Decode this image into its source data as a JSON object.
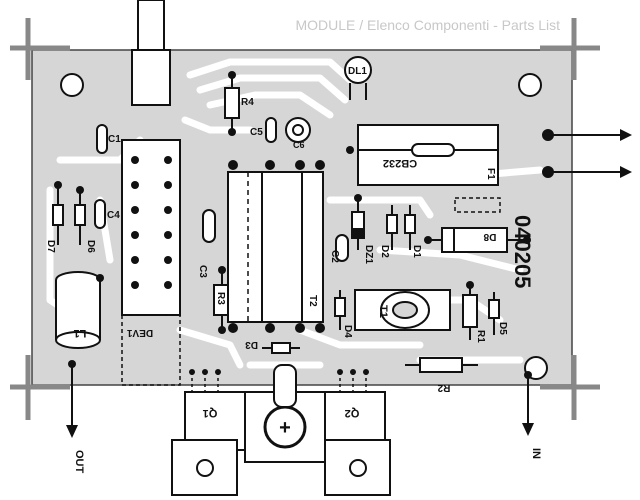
{
  "header_text": "MODULE / Elenco Componenti - Parts List",
  "board_code": "040205",
  "fuse_label": "CB232",
  "components": {
    "DL1": "DL1",
    "R4": "R4",
    "C5": "C5",
    "C6": "C6",
    "C1": "C1",
    "C4": "C4",
    "D7": "D7",
    "D6": "D6",
    "C3": "C3",
    "C2": "C2",
    "DZ1": "DZ1",
    "D2": "D2",
    "D1": "D1",
    "D8": "D8",
    "F1": "F1",
    "R3": "R3",
    "T2": "T2",
    "T1": "T1",
    "D3": "D3",
    "D4": "D4",
    "R1": "R1",
    "D5": "D5",
    "R2": "R2",
    "L1": "L1",
    "DEV1": "DEV1",
    "Q1": "Q1",
    "Q2": "Q2"
  },
  "io": {
    "out": "OUT",
    "in": "IN"
  },
  "heatsink_symbol": "+",
  "colors": {
    "ink": "#1a1a1a",
    "board": "#d9d9d9",
    "trace": "#ffffff",
    "pad": "#111111"
  }
}
